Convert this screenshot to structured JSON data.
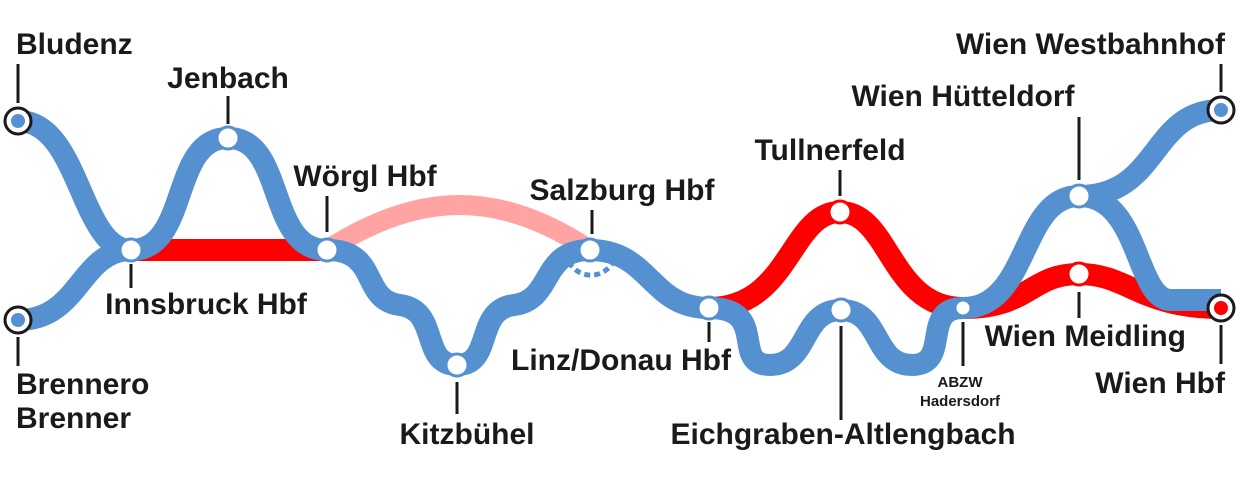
{
  "colors": {
    "regional": "#5591d0",
    "highspeed": "#ff0000",
    "planned": "#ffa3a3",
    "station_fill": "#ffffff",
    "terminus_blue": "#5591d0",
    "terminus_red": "#ff0000",
    "terminus_ring": "#1a1a1a"
  },
  "stations": {
    "bludenz": "Bludenz",
    "brennero": "Brennero",
    "brenner": "Brenner",
    "jenbach": "Jenbach",
    "innsbruck": "Innsbruck Hbf",
    "woergl": "Wörgl Hbf",
    "kitzbuehel": "Kitzbühel",
    "salzburg": "Salzburg Hbf",
    "linz": "Linz/Donau Hbf",
    "tullnerfeld": "Tullnerfeld",
    "eichgraben": "Eichgraben-Altlengbach",
    "abzw_1": "ABZW",
    "abzw_2": "Hadersdorf",
    "huetteldorf": "Wien Hütteldorf",
    "westbahnhof": "Wien Westbahnhof",
    "meidling": "Wien Meidling",
    "hbf": "Wien Hbf"
  }
}
